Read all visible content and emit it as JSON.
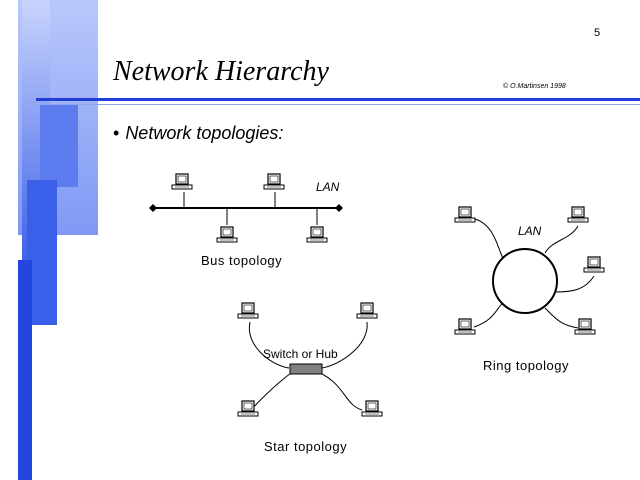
{
  "slide": {
    "page_number": "5",
    "title": "Network Hierarchy",
    "copyright": "© O.Martinsen 1998",
    "bullet_mark": "•",
    "bullet": "Network topologies:"
  },
  "diagram": {
    "bus": {
      "lan_label": "LAN",
      "caption": "Bus topology",
      "computers": 4
    },
    "ring": {
      "lan_label": "LAN",
      "caption": "Ring topology",
      "computers": 5
    },
    "star": {
      "hub_label": "Switch or Hub",
      "caption": "Star topology",
      "computers": 4
    }
  },
  "colors": {
    "accent": "#1f3fd8",
    "hub": "#808080",
    "line": "#000000"
  },
  "icons": [
    "computer-icon"
  ]
}
